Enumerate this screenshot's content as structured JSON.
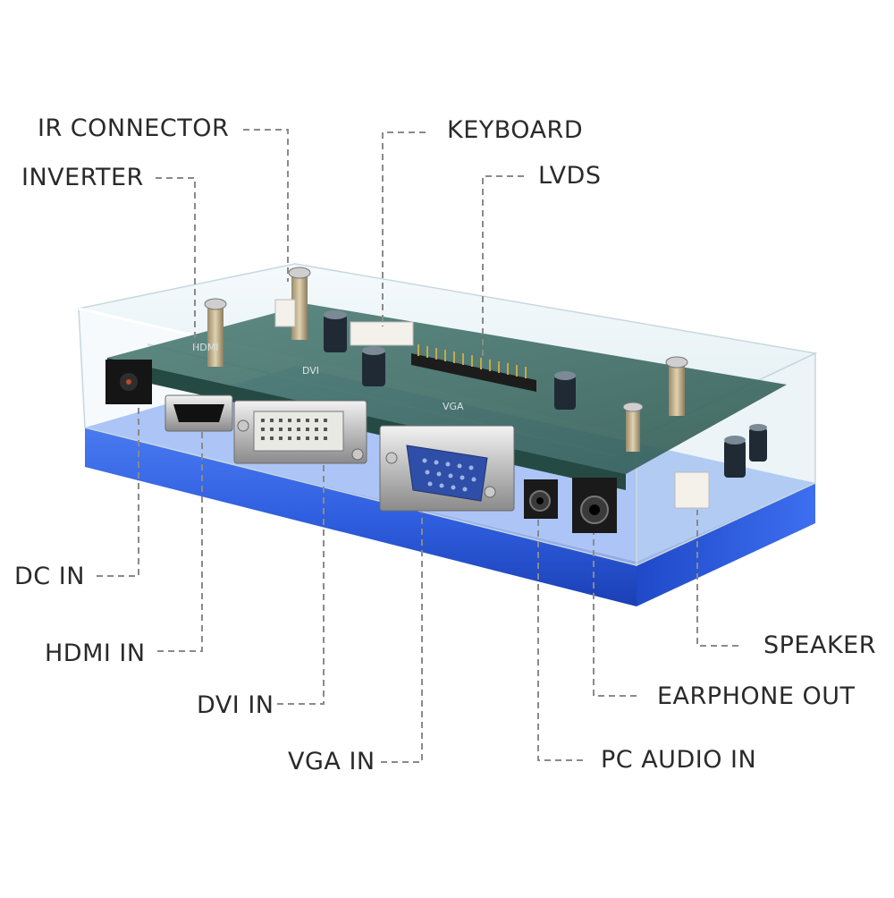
{
  "labels": {
    "ir_connector": "IR CONNECTOR",
    "keyboard": "KEYBOARD",
    "inverter": "INVERTER",
    "lvds": "LVDS",
    "dc_in": "DC IN",
    "hdmi_in": "HDMI IN",
    "dvi_in": "DVI IN",
    "vga_in": "VGA IN",
    "speaker": "SPEAKER",
    "earphone_out": "EARPHONE OUT",
    "pc_audio_in": "PC AUDIO IN"
  },
  "board_silkscreen": {
    "hdmi": "HDMI",
    "dvi": "DVI",
    "vga": "VGA"
  },
  "colors": {
    "label_text": "#2a2a2a",
    "leader_line": "#8a8a8a",
    "acrylic_base": "#2f5fe0",
    "pcb_green": "#3d6e64",
    "acrylic_clear": "#e6f1f6"
  }
}
